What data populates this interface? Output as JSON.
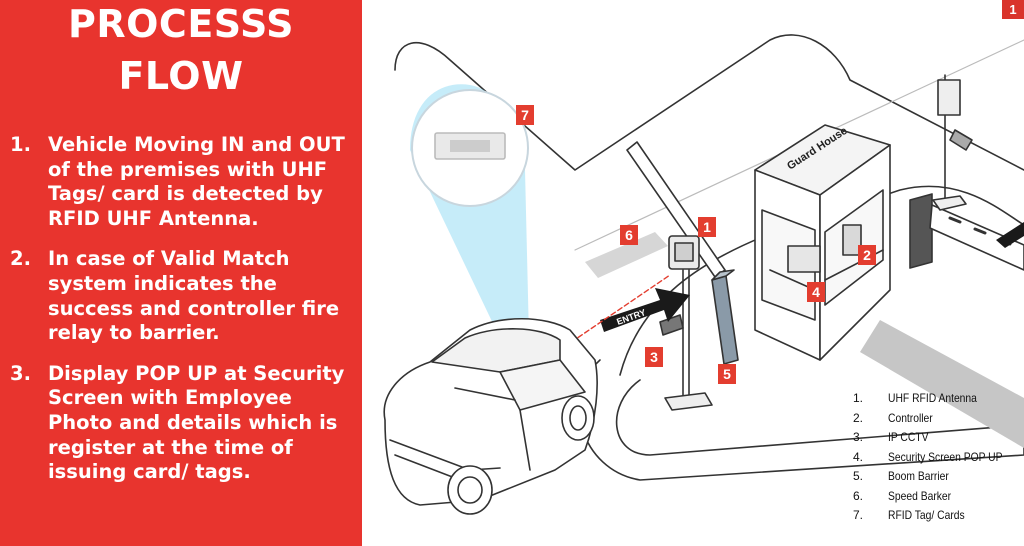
{
  "title": {
    "line1": "PROCESSS",
    "line2": "FLOW"
  },
  "steps": [
    {
      "number": "1.",
      "text": "Vehicle Moving IN  and OUT  of the premises with UHF Tags/ card is detected by RFID UHF Antenna."
    },
    {
      "number": "2.",
      "text": "In case of Valid Match system indicates the success and controller fire relay to barrier."
    },
    {
      "number": "3.",
      "text": "Display POP UP at Security Screen with Employee Photo and  details which is register at the time of issuing card/ tags."
    }
  ],
  "diagram": {
    "guard_house_label": "Guard House",
    "entry_label": "ENTRY",
    "badges": [
      "1",
      "2",
      "3",
      "4",
      "5",
      "6",
      "7"
    ],
    "legend": [
      {
        "number": "1.",
        "label": "UHF RFID Antenna"
      },
      {
        "number": "2.",
        "label": "Controller"
      },
      {
        "number": "3.",
        "label": "IP CCTV"
      },
      {
        "number": "4.",
        "label": "Security Screen POP UP"
      },
      {
        "number": "5.",
        "label": "Boom Barrier"
      },
      {
        "number": "6.",
        "label": "Speed Barker"
      },
      {
        "number": "7.",
        "label": "RFID Tag/ Cards"
      }
    ]
  },
  "corner_mark": "1",
  "colors": {
    "panel_red": "#e8342e",
    "badge_red": "#e33d2f",
    "beam_blue": "#aee4f6"
  }
}
